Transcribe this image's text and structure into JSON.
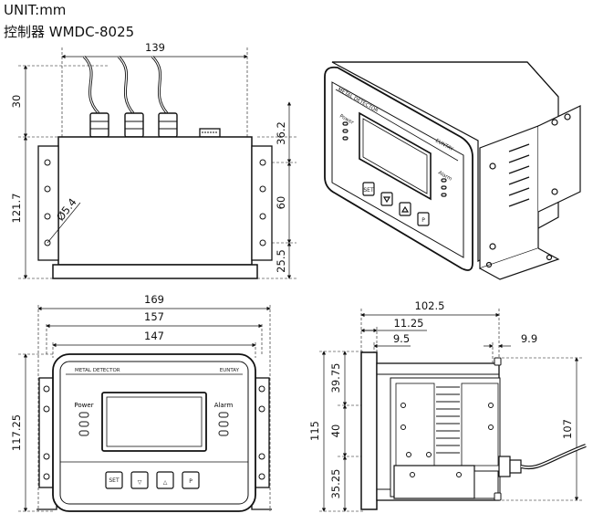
{
  "header": {
    "unit": "UNIT:mm",
    "model": "控制器 WMDC-8025"
  },
  "top_view": {
    "width": "139",
    "cable_height": "30",
    "total_height": "121.7",
    "upper_offset": "36.2",
    "hole_spacing": "60",
    "lower_offset": "25.5",
    "hole_diameter": "Ø5.4"
  },
  "front_view": {
    "overall_width": "169",
    "flange_width": "157",
    "body_width": "147",
    "height": "117.25",
    "brand_label": "METAL DETECTOR",
    "maker_label": "EUNTAY",
    "power_label": "Power",
    "alarm_label": "Alarm",
    "buttons": [
      "SET",
      "▽",
      "△",
      "P"
    ]
  },
  "side_view": {
    "depth": "102.5",
    "front_offset": "11.25",
    "flange_offset": "9.5",
    "rear_offset": "9.9",
    "upper": "39.75",
    "middle": "40",
    "lower": "35.25",
    "total_height": "115",
    "body_height": "107"
  },
  "iso_view": {
    "brand_label": "METAL DETECTOR",
    "maker_label": "EUNTAY",
    "power_label": "Power",
    "alarm_label": "Alarm",
    "buttons": [
      "SET",
      "▽",
      "△",
      "P"
    ]
  }
}
